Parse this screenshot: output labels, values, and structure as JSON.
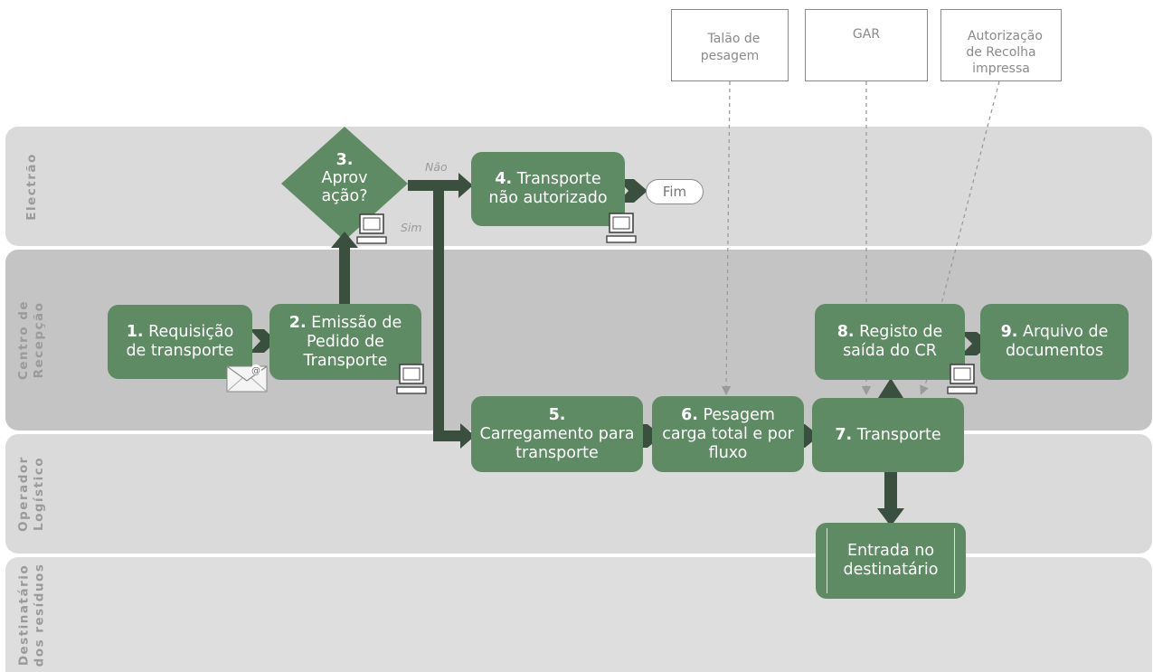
{
  "lanes": [
    {
      "id": "electrao",
      "label": "Electrão"
    },
    {
      "id": "cr",
      "label": "Centro de\nRecepção"
    },
    {
      "id": "operador",
      "label": "Operador\nLogístico"
    },
    {
      "id": "destinatario",
      "label": "Destinatário\ndos resíduos"
    }
  ],
  "documents": {
    "talao": "Talão de\npesagem",
    "gar": "GAR",
    "autorizacao": "Autorização\nde Recolha\nimpressa"
  },
  "steps": {
    "s1": {
      "num": "1.",
      "text": " Requisição de transporte"
    },
    "s2": {
      "num": "2.",
      "text": " Emissão de Pedido de Transporte"
    },
    "s3": {
      "num": "3.",
      "text": "Aprov ação?"
    },
    "s4": {
      "num": "4.",
      "text": " Transporte não autorizado"
    },
    "s5": {
      "num": "5.",
      "text": "Carregamento para transporte"
    },
    "s6": {
      "num": "6.",
      "text": " Pesagem carga total e por fluxo"
    },
    "s7": {
      "num": "7.",
      "text": " Transporte"
    },
    "s8": {
      "num": "8.",
      "text": " Registo de saída do CR"
    },
    "s9": {
      "num": "9.",
      "text": " Arquivo de documentos"
    },
    "entrada": "Entrada no destinatário",
    "fim": "Fim"
  },
  "edge_labels": {
    "nao": "Não",
    "sim": "Sim"
  },
  "colors": {
    "box": "#5e8a64",
    "arrow": "#3a4f3d",
    "lane_light": "#dadada",
    "lane_dark": "#c4c4c4"
  }
}
